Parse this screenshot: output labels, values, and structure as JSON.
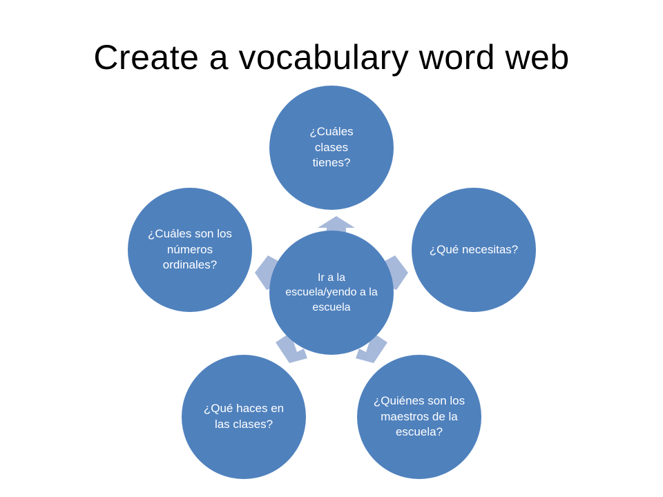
{
  "title": "Create a vocabulary word web",
  "center": {
    "label": "Ir a la escuela/yendo a la escuela"
  },
  "nodes": [
    {
      "id": "clases",
      "label": "¿Cuáles clases tienes?"
    },
    {
      "id": "necesitas",
      "label": "¿Qué necesitas?"
    },
    {
      "id": "maestros",
      "label": "¿Quiénes son los maestros de la escuela?"
    },
    {
      "id": "haces",
      "label": "¿Qué haces en las clases?"
    },
    {
      "id": "ordinales",
      "label": "¿Cuáles son los números ordinales?"
    }
  ],
  "colors": {
    "node_fill": "#4f81bd",
    "arrow_fill": "#a7b9da",
    "text": "#ffffff"
  }
}
